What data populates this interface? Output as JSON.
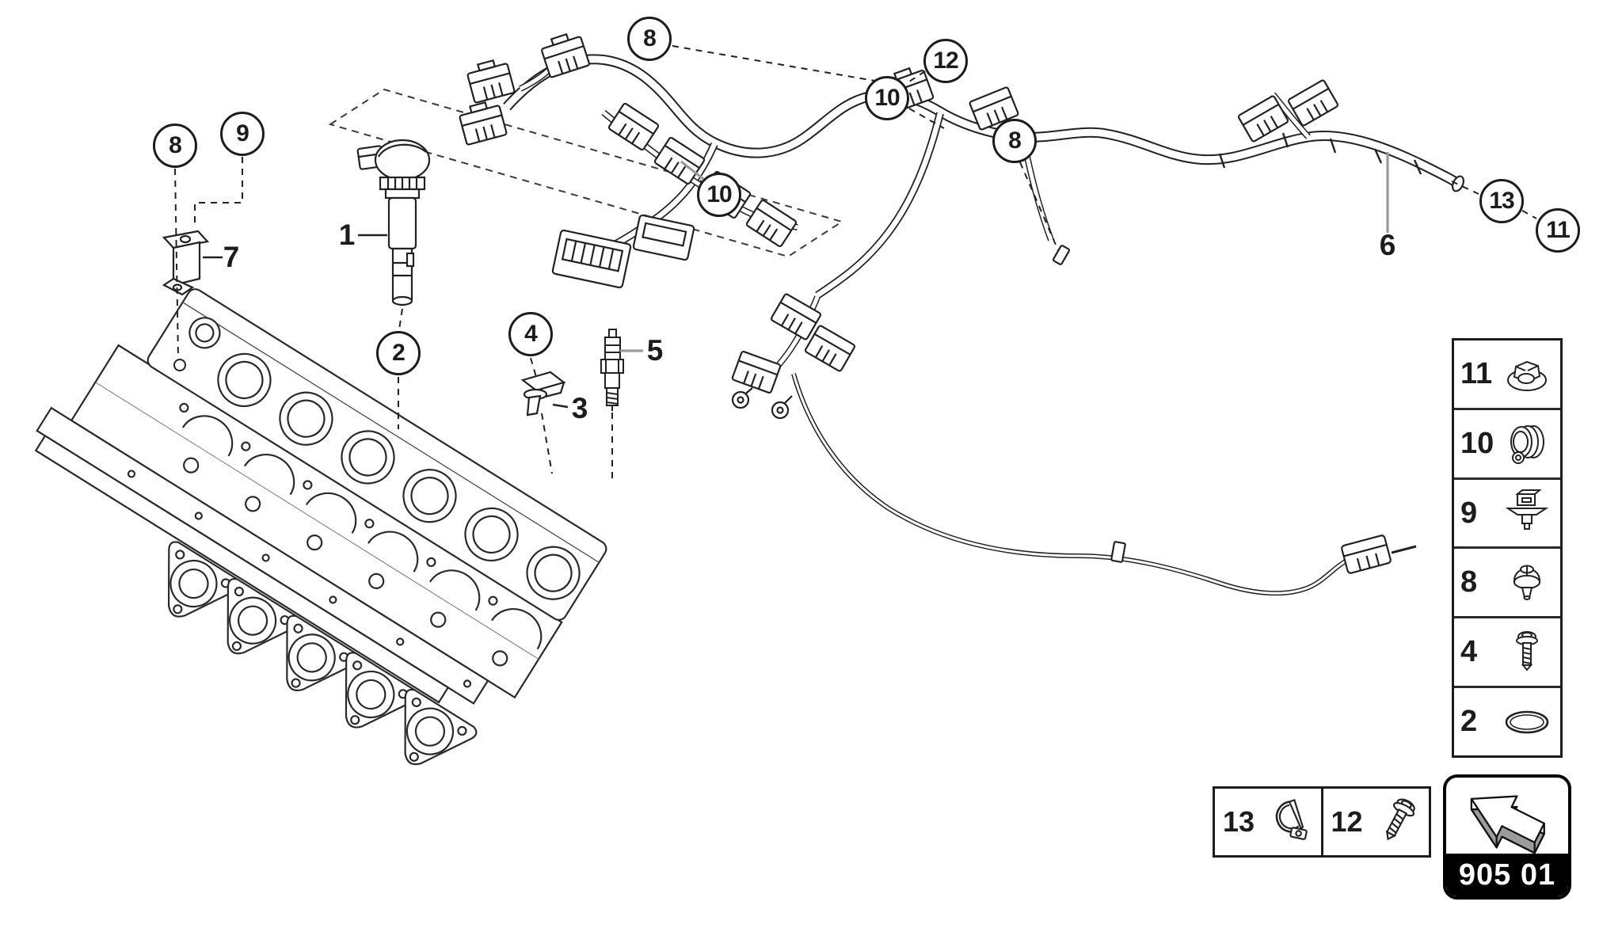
{
  "palette": {
    "line": "#1c1c1c",
    "leader_gray": "#9a9a9a",
    "badge_bg": "#000000",
    "badge_text": "#ffffff",
    "paper": "#ffffff"
  },
  "callouts": {
    "c8_left": "8",
    "c9_left": "9",
    "c2": "2",
    "c4": "4",
    "c8_top": "8",
    "c10_a": "10",
    "c10_b": "10",
    "c12": "12",
    "c8_right": "8",
    "c13": "13",
    "c11": "11"
  },
  "labels": {
    "l1": "1",
    "l3": "3",
    "l5": "5",
    "l6": "6",
    "l7": "7"
  },
  "legend": {
    "rows": [
      {
        "number": "11",
        "icon": "flange-nut-icon"
      },
      {
        "number": "10",
        "icon": "grommet-icon"
      },
      {
        "number": "9",
        "icon": "expanding-clip-icon"
      },
      {
        "number": "8",
        "icon": "dome-clip-icon"
      },
      {
        "number": "4",
        "icon": "flange-screw-icon"
      },
      {
        "number": "2",
        "icon": "o-ring-icon"
      }
    ]
  },
  "footer": {
    "cells": [
      {
        "number": "13",
        "icon": "hose-clamp-icon"
      },
      {
        "number": "12",
        "icon": "flange-screw-icon"
      }
    ],
    "badge": {
      "code": "905 01",
      "icon": "direction-arrow-icon"
    }
  }
}
